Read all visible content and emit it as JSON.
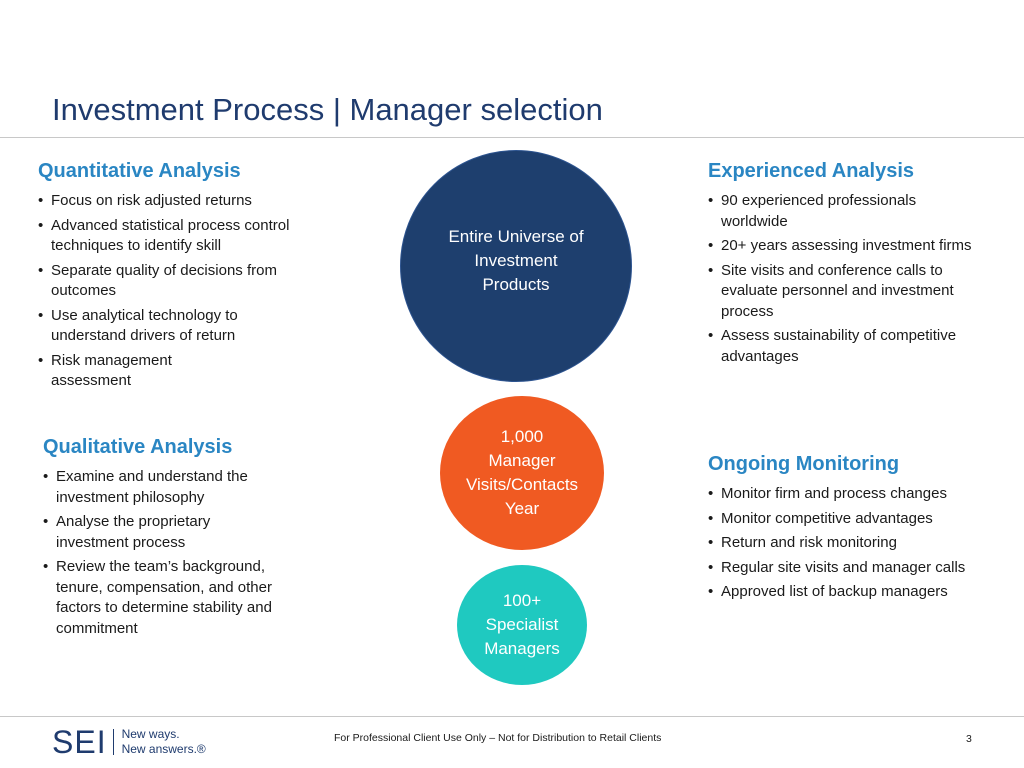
{
  "title": "Investment Process | Manager selection",
  "quantitative": {
    "heading": "Quantitative Analysis",
    "items": [
      "Focus on risk adjusted returns",
      "Advanced statistical process control techniques to identify skill",
      "Separate quality of decisions from outcomes",
      "Use analytical technology to understand drivers of return",
      "Risk management assessment"
    ]
  },
  "qualitative": {
    "heading": "Qualitative Analysis",
    "items": [
      "Examine and understand the investment philosophy",
      "Analyse the proprietary investment process",
      "Review the team’s background, tenure, compensation, and other factors to determine stability and commitment"
    ]
  },
  "experienced": {
    "heading": "Experienced Analysis",
    "items": [
      "90 experienced professionals worldwide",
      "20+ years assessing investment firms",
      "Site visits and conference calls to evaluate personnel and investment process",
      "Assess sustainability of competitive advantages"
    ]
  },
  "monitoring": {
    "heading": "Ongoing Monitoring",
    "items": [
      "Monitor firm and process changes",
      "Monitor competitive advantages",
      "Return and risk monitoring",
      "Regular site visits and manager calls",
      "Approved list of backup managers"
    ]
  },
  "funnel": {
    "universe": [
      "Entire Universe of",
      "Investment",
      "Products"
    ],
    "visits": [
      "1,000",
      "Manager",
      "Visits/Contacts",
      "Year"
    ],
    "specialists": [
      "100+",
      "Specialist",
      "Managers"
    ]
  },
  "colors": {
    "universe": "#1e3f6e",
    "visits": "#f05a22",
    "specialists": "#1fc9c0",
    "heading": "#2a86c3",
    "title": "#1f3b6e"
  },
  "footer": {
    "logo": "SEI",
    "tagline": [
      "New ways.",
      "New answers.®"
    ],
    "disclaimer": "For Professional Client Use Only – Not for Distribution to Retail Clients",
    "page": "3"
  }
}
